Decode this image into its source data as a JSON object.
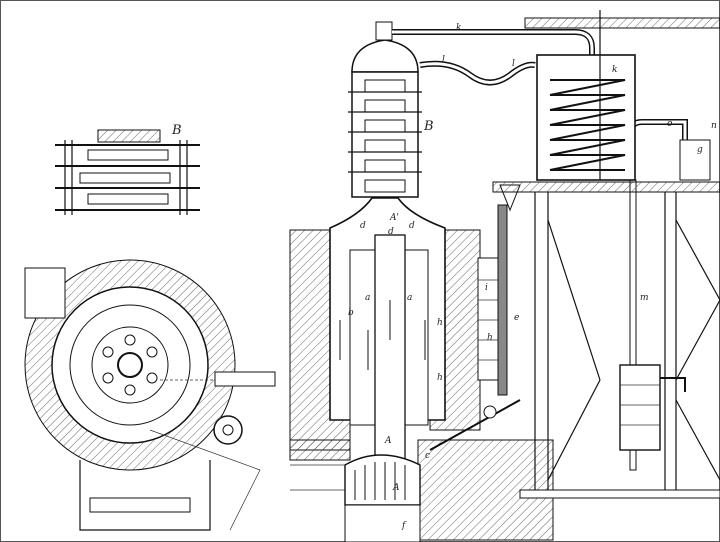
{
  "figure": {
    "type": "engraving of a distillation apparatus",
    "labels": {
      "detail_fig": "B",
      "column": "B",
      "pipe_top": "k",
      "pipe_swan": "l",
      "pipe_swan2": "l",
      "coil": "k",
      "pipe_o": "o",
      "vessel_n": "n",
      "vessel_g": "g",
      "dome": "A'",
      "d_left": "d",
      "d_right": "d",
      "neck": "d",
      "a_left": "a",
      "a_right": "a",
      "b": "b",
      "h_inner": "h",
      "h_inner2": "h",
      "i": "i",
      "h_gauge": "h",
      "e": "e",
      "m": "m",
      "lower": "A",
      "c": "c",
      "grate": "A",
      "f": "f"
    }
  }
}
